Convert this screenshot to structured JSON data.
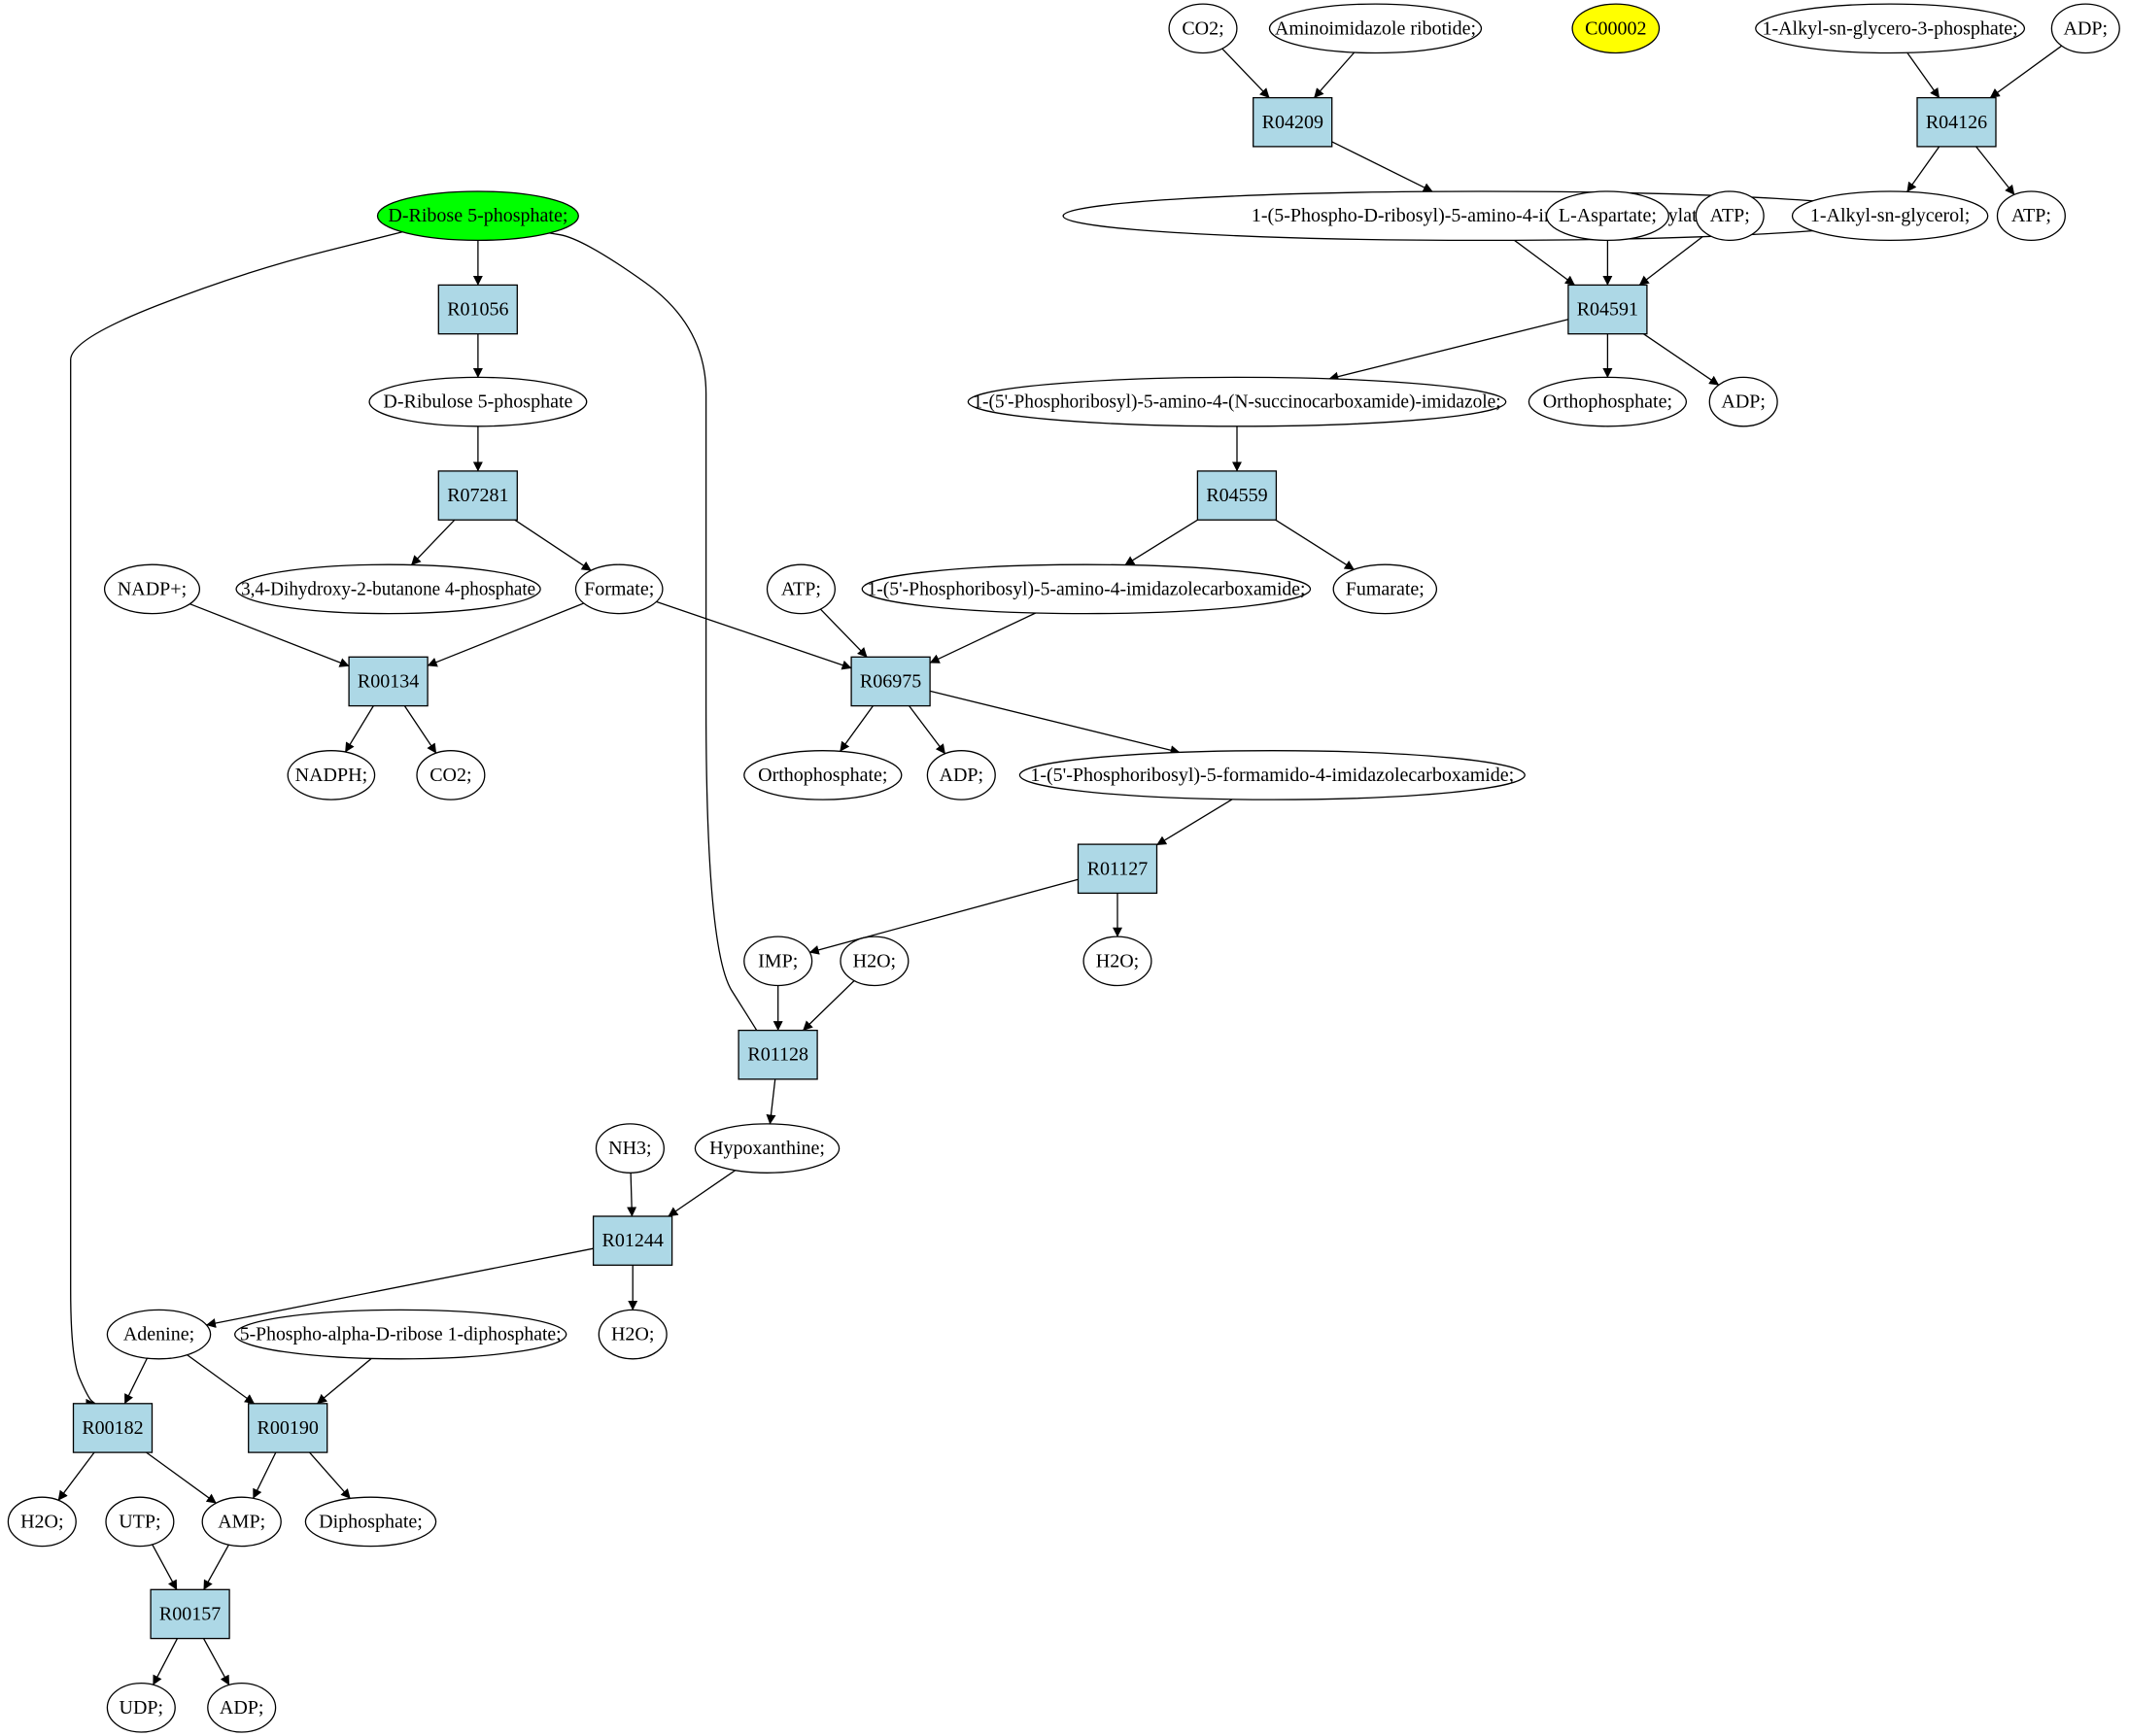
{
  "colors": {
    "reaction_fill": "#add8e6",
    "compound_fill": "#ffffff",
    "start_fill": "#00ff00",
    "highlight_fill": "#ffff00",
    "stroke": "#000000"
  },
  "diagram": {
    "nodes": [
      {
        "id": "co2_top",
        "label": "CO2;",
        "type": "compound"
      },
      {
        "id": "air",
        "label": "Aminoimidazole ribotide;",
        "type": "compound"
      },
      {
        "id": "c00002",
        "label": "C00002",
        "type": "highlight"
      },
      {
        "id": "alkyl_g3p",
        "label": "1-Alkyl-sn-glycero-3-phosphate;",
        "type": "compound"
      },
      {
        "id": "adp_top",
        "label": "ADP;",
        "type": "compound"
      },
      {
        "id": "R04209",
        "label": "R04209",
        "type": "reaction"
      },
      {
        "id": "R04126",
        "label": "R04126",
        "type": "reaction"
      },
      {
        "id": "cair",
        "label": "1-(5-Phospho-D-ribosyl)-5-amino-4-imidazolecarboxylate;",
        "type": "compound"
      },
      {
        "id": "asp",
        "label": "L-Aspartate;",
        "type": "compound"
      },
      {
        "id": "atp1",
        "label": "ATP;",
        "type": "compound"
      },
      {
        "id": "alkyl_glycerol",
        "label": "1-Alkyl-sn-glycerol;",
        "type": "compound"
      },
      {
        "id": "atp_r04126",
        "label": "ATP;",
        "type": "compound"
      },
      {
        "id": "r5p",
        "label": "D-Ribose 5-phosphate;",
        "type": "start"
      },
      {
        "id": "R01056",
        "label": "R01056",
        "type": "reaction"
      },
      {
        "id": "R04591",
        "label": "R04591",
        "type": "reaction"
      },
      {
        "id": "ru5p",
        "label": "D-Ribulose 5-phosphate",
        "type": "compound"
      },
      {
        "id": "saicar",
        "label": "1-(5'-Phosphoribosyl)-5-amino-4-(N-succinocarboxamide)-imidazole;",
        "type": "compound"
      },
      {
        "id": "pi1",
        "label": "Orthophosphate;",
        "type": "compound"
      },
      {
        "id": "adp1",
        "label": "ADP;",
        "type": "compound"
      },
      {
        "id": "R07281",
        "label": "R07281",
        "type": "reaction"
      },
      {
        "id": "R04559",
        "label": "R04559",
        "type": "reaction"
      },
      {
        "id": "nadp",
        "label": "NADP+;",
        "type": "compound"
      },
      {
        "id": "dhbp",
        "label": "3,4-Dihydroxy-2-butanone 4-phosphate",
        "type": "compound"
      },
      {
        "id": "formate",
        "label": "Formate;",
        "type": "compound"
      },
      {
        "id": "atp2",
        "label": "ATP;",
        "type": "compound"
      },
      {
        "id": "aicar",
        "label": "1-(5'-Phosphoribosyl)-5-amino-4-imidazolecarboxamide;",
        "type": "compound"
      },
      {
        "id": "fumarate",
        "label": "Fumarate;",
        "type": "compound"
      },
      {
        "id": "R00134",
        "label": "R00134",
        "type": "reaction"
      },
      {
        "id": "R06975",
        "label": "R06975",
        "type": "reaction"
      },
      {
        "id": "nadph",
        "label": "NADPH;",
        "type": "compound"
      },
      {
        "id": "co2_b",
        "label": "CO2;",
        "type": "compound"
      },
      {
        "id": "pi2",
        "label": "Orthophosphate;",
        "type": "compound"
      },
      {
        "id": "adp2",
        "label": "ADP;",
        "type": "compound"
      },
      {
        "id": "faicar",
        "label": "1-(5'-Phosphoribosyl)-5-formamido-4-imidazolecarboxamide;",
        "type": "compound"
      },
      {
        "id": "R01127",
        "label": "R01127",
        "type": "reaction"
      },
      {
        "id": "imp",
        "label": "IMP;",
        "type": "compound"
      },
      {
        "id": "h2o_a",
        "label": "H2O;",
        "type": "compound"
      },
      {
        "id": "h2o_b",
        "label": "H2O;",
        "type": "compound"
      },
      {
        "id": "R01128",
        "label": "R01128",
        "type": "reaction"
      },
      {
        "id": "nh3",
        "label": "NH3;",
        "type": "compound"
      },
      {
        "id": "hypox",
        "label": "Hypoxanthine;",
        "type": "compound"
      },
      {
        "id": "R01244",
        "label": "R01244",
        "type": "reaction"
      },
      {
        "id": "adenine",
        "label": "Adenine;",
        "type": "compound"
      },
      {
        "id": "prpp",
        "label": "5-Phospho-alpha-D-ribose 1-diphosphate;",
        "type": "compound"
      },
      {
        "id": "h2o_c",
        "label": "H2O;",
        "type": "compound"
      },
      {
        "id": "R00182",
        "label": "R00182",
        "type": "reaction"
      },
      {
        "id": "R00190",
        "label": "R00190",
        "type": "reaction"
      },
      {
        "id": "h2o_d",
        "label": "H2O;",
        "type": "compound"
      },
      {
        "id": "utp",
        "label": "UTP;",
        "type": "compound"
      },
      {
        "id": "amp",
        "label": "AMP;",
        "type": "compound"
      },
      {
        "id": "ppi",
        "label": "Diphosphate;",
        "type": "compound"
      },
      {
        "id": "R00157",
        "label": "R00157",
        "type": "reaction"
      },
      {
        "id": "udp",
        "label": "UDP;",
        "type": "compound"
      },
      {
        "id": "adp3",
        "label": "ADP;",
        "type": "compound"
      }
    ],
    "edges": [
      [
        "co2_top",
        "R04209"
      ],
      [
        "air",
        "R04209"
      ],
      [
        "R04209",
        "cair"
      ],
      [
        "alkyl_g3p",
        "R04126"
      ],
      [
        "adp_top",
        "R04126"
      ],
      [
        "R04126",
        "alkyl_glycerol"
      ],
      [
        "R04126",
        "atp_r04126"
      ],
      [
        "cair",
        "R04591"
      ],
      [
        "asp",
        "R04591"
      ],
      [
        "atp1",
        "R04591"
      ],
      [
        "R04591",
        "saicar"
      ],
      [
        "R04591",
        "pi1"
      ],
      [
        "R04591",
        "adp1"
      ],
      [
        "r5p",
        "R01056"
      ],
      [
        "R01056",
        "ru5p"
      ],
      [
        "ru5p",
        "R07281"
      ],
      [
        "R07281",
        "dhbp"
      ],
      [
        "R07281",
        "formate"
      ],
      [
        "saicar",
        "R04559"
      ],
      [
        "R04559",
        "aicar"
      ],
      [
        "R04559",
        "fumarate"
      ],
      [
        "nadp",
        "R00134"
      ],
      [
        "formate",
        "R00134"
      ],
      [
        "R00134",
        "nadph"
      ],
      [
        "R00134",
        "co2_b"
      ],
      [
        "formate",
        "R06975"
      ],
      [
        "atp2",
        "R06975"
      ],
      [
        "aicar",
        "R06975"
      ],
      [
        "R06975",
        "pi2"
      ],
      [
        "R06975",
        "adp2"
      ],
      [
        "R06975",
        "faicar"
      ],
      [
        "faicar",
        "R01127"
      ],
      [
        "R01127",
        "imp"
      ],
      [
        "R01127",
        "h2o_b"
      ],
      [
        "imp",
        "R01128"
      ],
      [
        "h2o_a",
        "R01128"
      ],
      [
        "R01128",
        "r5p"
      ],
      [
        "R01128",
        "hypox"
      ],
      [
        "nh3",
        "R01244"
      ],
      [
        "hypox",
        "R01244"
      ],
      [
        "R01244",
        "adenine"
      ],
      [
        "R01244",
        "h2o_c"
      ],
      [
        "adenine",
        "R00182"
      ],
      [
        "r5p",
        "R00182"
      ],
      [
        "adenine",
        "R00190"
      ],
      [
        "prpp",
        "R00190"
      ],
      [
        "R00182",
        "h2o_d"
      ],
      [
        "R00182",
        "amp"
      ],
      [
        "R00190",
        "amp"
      ],
      [
        "R00190",
        "ppi"
      ],
      [
        "utp",
        "R00157"
      ],
      [
        "amp",
        "R00157"
      ],
      [
        "R00157",
        "udp"
      ],
      [
        "R00157",
        "adp3"
      ]
    ]
  }
}
